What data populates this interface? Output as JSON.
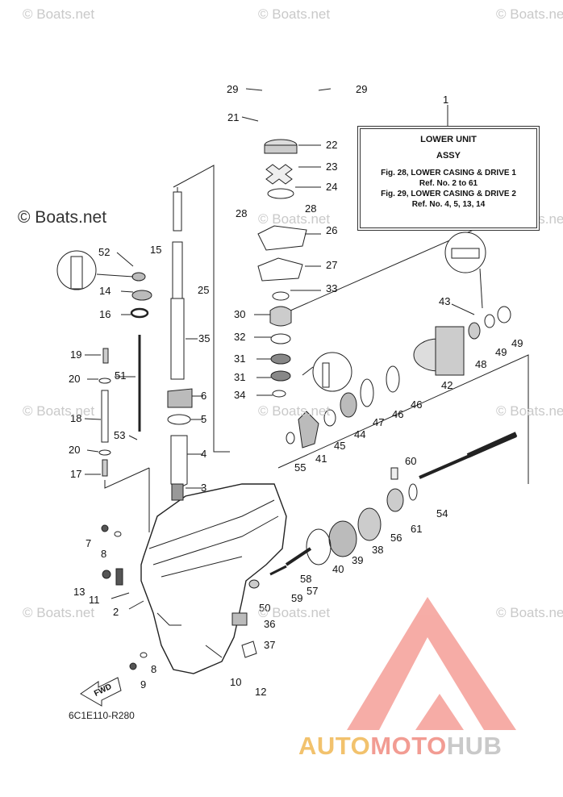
{
  "watermark": "© Boats.net",
  "legend": {
    "callout": "1",
    "title": "LOWER UNIT",
    "subtitle": "ASSY",
    "line1": "Fig. 28, LOWER CASING & DRIVE 1",
    "line2": "Ref. No. 2 to 61",
    "line3": "Fig. 29, LOWER CASING & DRIVE 2",
    "line4": "Ref. No. 4, 5, 13, 14"
  },
  "diagram_code": "6C1E110-R280",
  "fwd_label": "FWD",
  "brand": {
    "part1": "AUTO",
    "part2": "MOTO",
    "part3": "HUB"
  },
  "callouts": [
    "29",
    "29",
    "21",
    "22",
    "23",
    "24",
    "28",
    "28",
    "26",
    "27",
    "33",
    "30",
    "32",
    "31",
    "31",
    "34",
    "52",
    "15",
    "14",
    "16",
    "25",
    "35",
    "19",
    "20",
    "51",
    "18",
    "20",
    "53",
    "17",
    "6",
    "5",
    "4",
    "3",
    "7",
    "8",
    "13",
    "11",
    "2",
    "43",
    "48",
    "49",
    "49",
    "42",
    "45",
    "44",
    "47",
    "46",
    "46",
    "41",
    "55",
    "60",
    "54",
    "56",
    "61",
    "38",
    "39",
    "40",
    "58",
    "57",
    "59",
    "50",
    "36",
    "37",
    "8",
    "9",
    "10",
    "12"
  ]
}
